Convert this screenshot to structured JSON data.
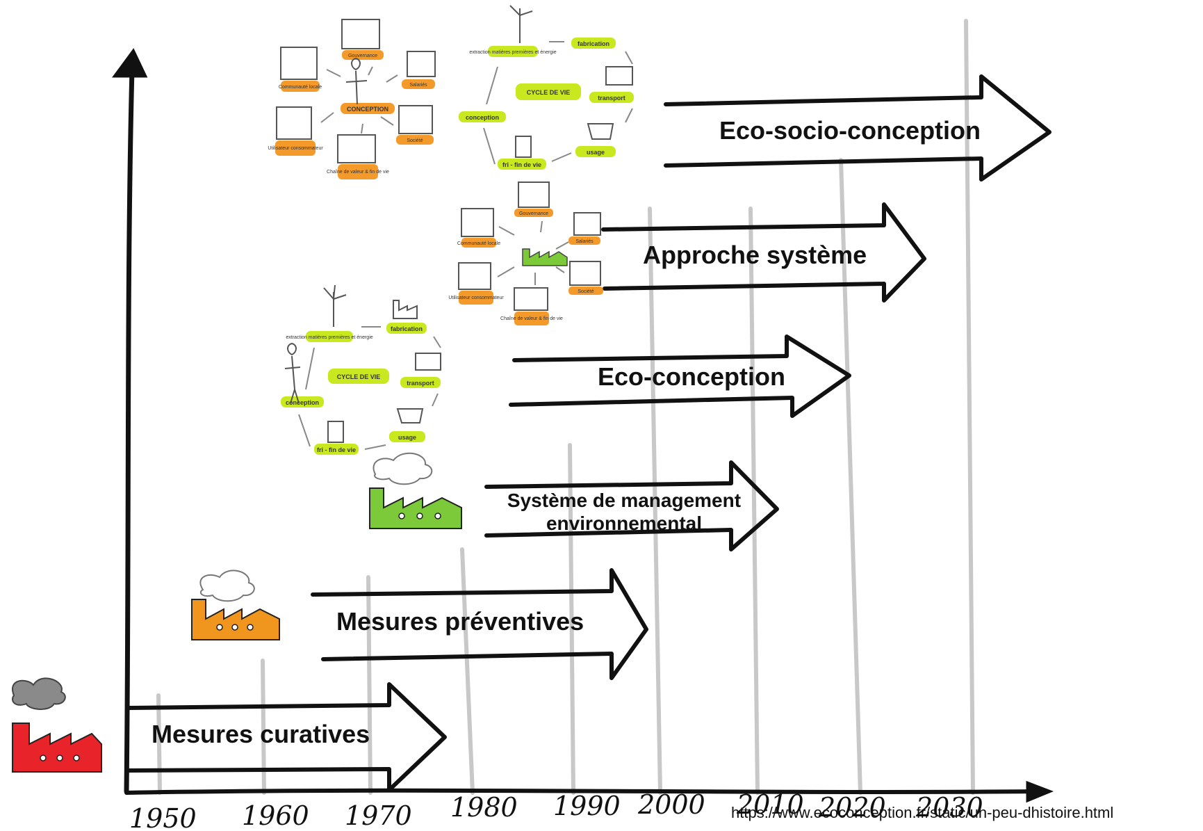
{
  "timeline": {
    "years": [
      "1950",
      "1960",
      "1970",
      "1980",
      "1990",
      "2000",
      "2010",
      "2020",
      "2030"
    ]
  },
  "stages": [
    {
      "label": "Mesures curatives",
      "factory_color": "#e8232a"
    },
    {
      "label": "Mesures préventives",
      "factory_color": "#f0961e"
    },
    {
      "label_line1": "Système de management",
      "label_line2": "environnemental",
      "factory_color": "#7cc93a"
    },
    {
      "label": "Eco-conception"
    },
    {
      "label": "Approche système"
    },
    {
      "label": "Eco-socio-conception"
    }
  ],
  "life_cycle": {
    "title": "CYCLE DE VIE",
    "steps": [
      "extraction matières premières et énergie",
      "fabrication",
      "transport",
      "usage",
      "fri - fin de vie",
      "conception"
    ]
  },
  "stakeholders": {
    "center_full": "CONCEPTION",
    "items": [
      "Gouvernance",
      "Salariés",
      "Société",
      "Chaîne de valeur & fin de vie",
      "Utilisateur consommateur",
      "Communauté locale"
    ]
  },
  "source": "https://www.ecoconception.fr/static/un-peu-dhistoire.html",
  "colors": {
    "ink": "#111111",
    "grid": "#c8c8c8",
    "pill_green": "#c9e81f",
    "pill_orange": "#f39a2b"
  }
}
